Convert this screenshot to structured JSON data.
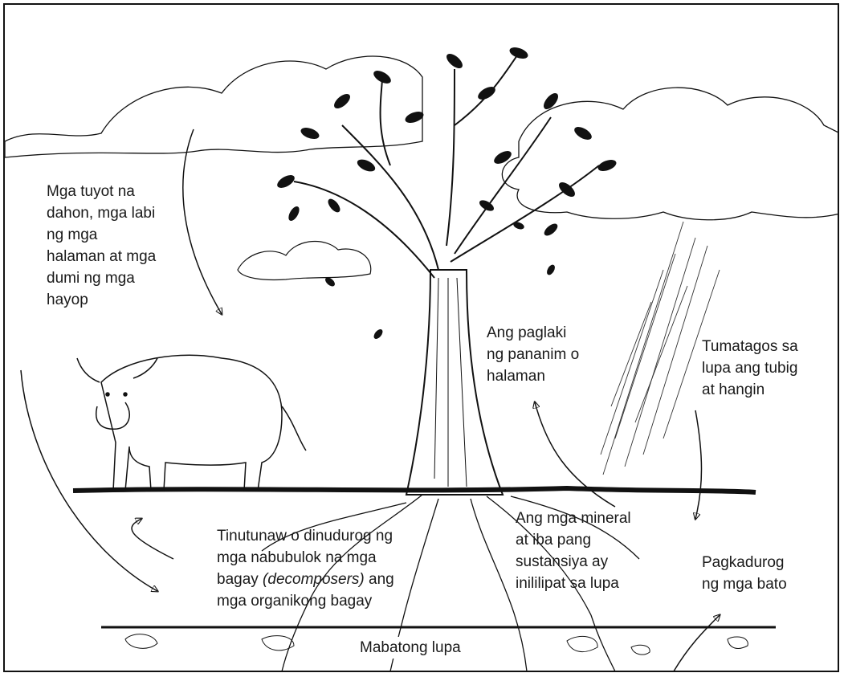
{
  "labels": {
    "dead_matter": [
      "Mga tuyot na",
      "dahon, mga labi",
      "ng mga",
      "halaman at mga",
      "dumi ng mga",
      "hayop"
    ],
    "plant_growth": [
      "Ang paglaki",
      "ng pananim o",
      "halaman"
    ],
    "water_air": [
      "Tumatagos sa",
      "lupa ang tubig",
      "at hangin"
    ],
    "decomposers": {
      "line1": "Tinutunaw o dinudurog ng",
      "line2": "mga nabubulok na mga",
      "line3_pre": "bagay ",
      "line3_italic": "(decomposers)",
      "line3_post": " ang",
      "line4": "mga organikong bagay"
    },
    "minerals": [
      "Ang mga mineral",
      "at iba pang",
      "sustansiya ay",
      "inililipat sa lupa"
    ],
    "rock_weathering": [
      "Pagkadurog",
      "ng mga bato"
    ],
    "rocky_soil": "Mabatong lupa"
  },
  "colors": {
    "ink": "#111111",
    "paper": "#ffffff"
  }
}
